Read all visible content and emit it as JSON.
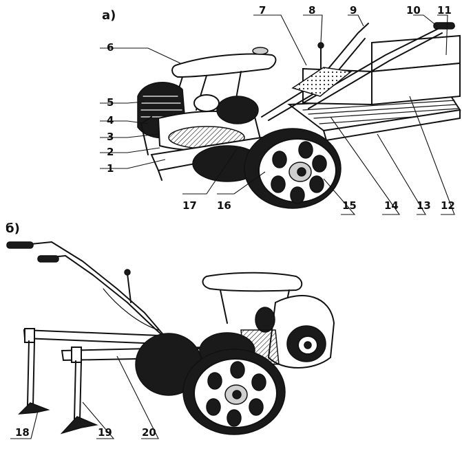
{
  "panels": {
    "a": "а)",
    "b": "б)"
  },
  "callouts_a": [
    "1",
    "2",
    "3",
    "4",
    "5",
    "6",
    "7",
    "8",
    "9",
    "10",
    "11",
    "12",
    "13",
    "14",
    "15",
    "16",
    "17"
  ],
  "callouts_b": [
    "18",
    "19",
    "20"
  ]
}
